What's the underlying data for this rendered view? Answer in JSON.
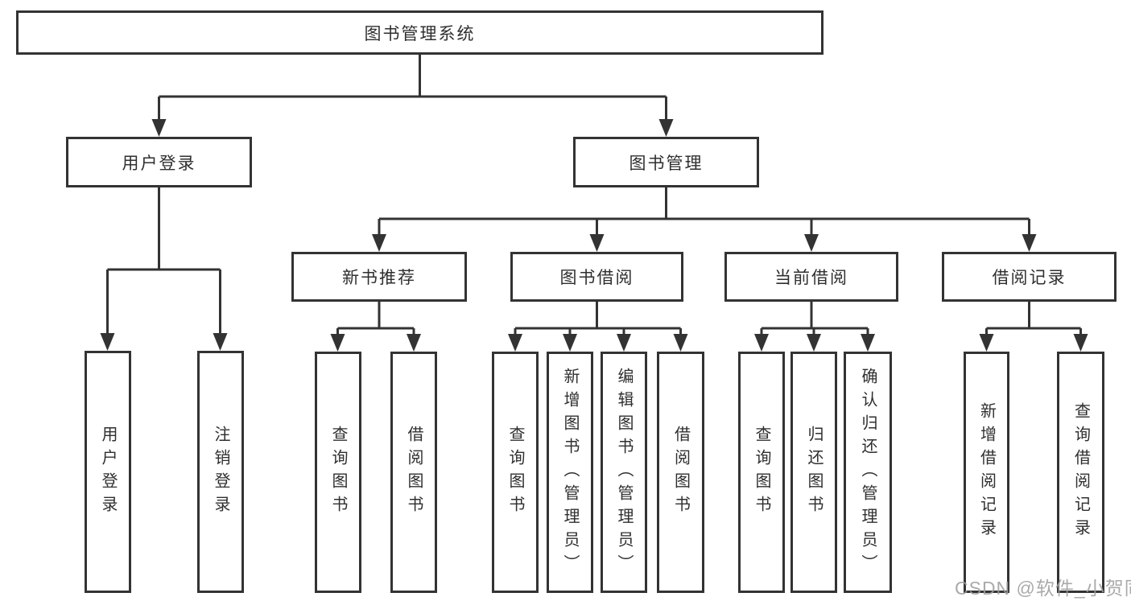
{
  "tree": {
    "label": "图书管理系统",
    "children": [
      {
        "label": "用户登录",
        "children": [
          {
            "label": "用户登录"
          },
          {
            "label": "注销登录"
          }
        ]
      },
      {
        "label": "图书管理",
        "children": [
          {
            "label": "新书推荐",
            "children": [
              {
                "label": "查询图书"
              },
              {
                "label": "借阅图书"
              }
            ]
          },
          {
            "label": "图书借阅",
            "children": [
              {
                "label": "查询图书"
              },
              {
                "label": "新增图书（管理员）"
              },
              {
                "label": "编辑图书（管理员）"
              },
              {
                "label": "借阅图书"
              }
            ]
          },
          {
            "label": "当前借阅",
            "children": [
              {
                "label": "查询图书"
              },
              {
                "label": "归还图书"
              },
              {
                "label": "确认归还（管理员）"
              }
            ]
          },
          {
            "label": "借阅记录",
            "children": [
              {
                "label": "新增借阅记录"
              },
              {
                "label": "查询借阅记录"
              }
            ]
          }
        ]
      }
    ]
  },
  "watermark": {
    "text": "CSDN @软件_小贺同学"
  },
  "colors": {
    "line": "#333333",
    "box_border": "#333333",
    "text": "#2f2f2f",
    "background": "#ffffff",
    "watermark": "#9e9e9e"
  }
}
